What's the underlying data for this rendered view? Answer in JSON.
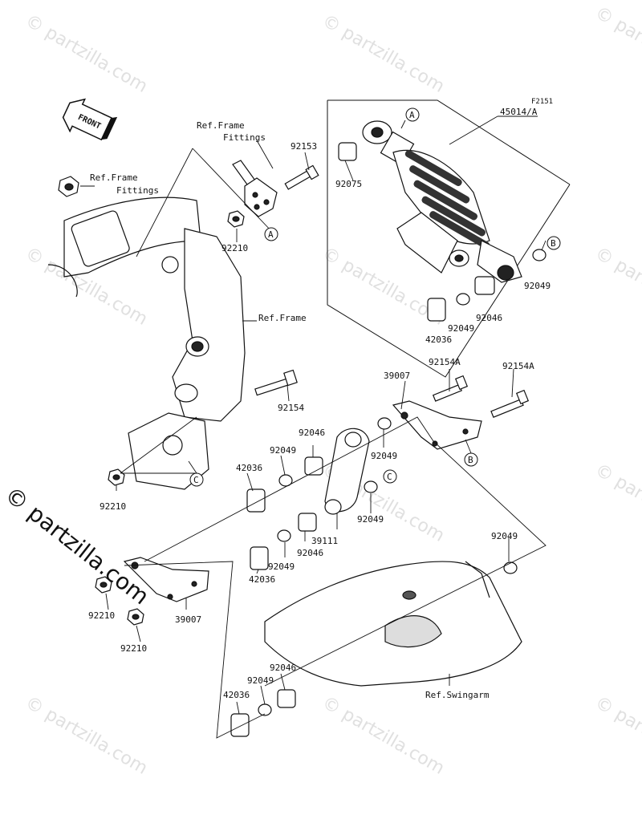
{
  "diagram_code": "F2151",
  "watermark": "© partzilla.com",
  "front_badge": "FRONT",
  "callouts": {
    "a": "A",
    "b": "B",
    "c": "C"
  },
  "labels": {
    "ref_frame_fittings_top": [
      "Ref.Frame",
      "Fittings"
    ],
    "ref_frame_fittings_left": [
      "Ref.Frame",
      "Fittings"
    ],
    "ref_frame": "Ref.Frame",
    "ref_swingarm": "Ref.Swingarm",
    "p92153": "92153",
    "p92210_top": "92210",
    "p45014": "45014/A",
    "p92075": "92075",
    "p92049_shock": "92049",
    "p92046_shock": "92046",
    "p92049_shock2": "92049",
    "p42036_shock": "42036",
    "p92154": "92154",
    "p92154a_1": "92154A",
    "p92154a_2": "92154A",
    "p39007_top": "39007",
    "p92046_mid": "92046",
    "p92049_mid": "92049",
    "p92049_mid2": "92049",
    "p92049_mid3": "92049",
    "p42036_mid": "42036",
    "p92210_mid": "92210",
    "p39111": "39111",
    "p92046_low": "92046",
    "p92049_low": "92049",
    "p42036_low": "42036",
    "p92049_right": "92049",
    "p92210_low1": "92210",
    "p92210_low2": "92210",
    "p39007_low": "39007",
    "p92046_bot": "92046",
    "p92049_bot": "92049",
    "p42036_bot": "42036"
  }
}
